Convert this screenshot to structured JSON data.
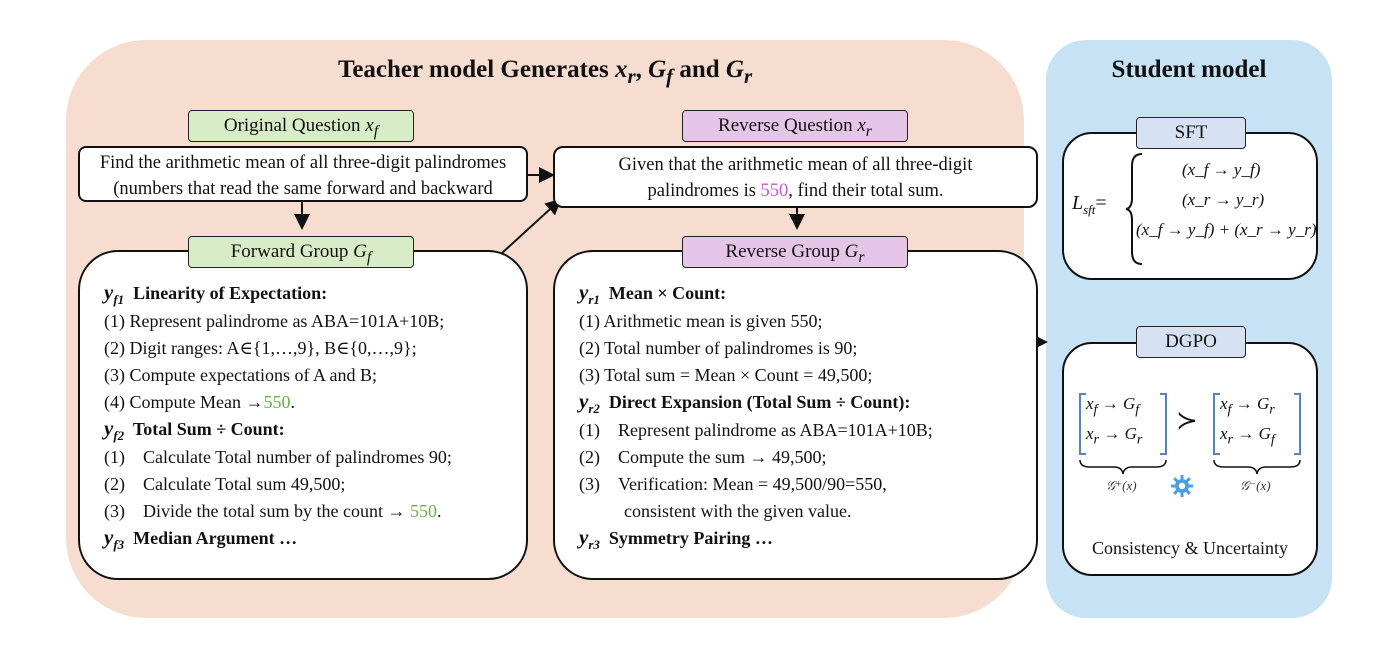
{
  "teacher": {
    "title_prefix": "Teacher model Generates ",
    "title_xr": "x",
    "title_xr_sub": "r",
    "title_sep1": ", ",
    "title_gf": "G",
    "title_gf_sub": "f",
    "title_and": " and ",
    "title_gr": "G",
    "title_gr_sub": "r"
  },
  "original_question": {
    "label": "Original Question ",
    "label_var": "x",
    "label_sub": "f",
    "line1": "Find the arithmetic mean of all three-digit palindromes",
    "line2": "(numbers that read the same forward and backward"
  },
  "reverse_question": {
    "label": "Reverse Question ",
    "label_var": "x",
    "label_sub": "r",
    "line1": "Given that the arithmetic mean of all three-digit",
    "line2_pre": "palindromes is ",
    "line2_num": "550",
    "line2_post": ", find their total sum."
  },
  "forward_group": {
    "label": "Forward Group ",
    "label_var": "G",
    "label_sub": "f",
    "y1": {
      "var": "y",
      "sub": "f1",
      "title": "Linearity of Expectation:"
    },
    "y1_lines": [
      "(1) Represent palindrome as ABA=101A+10B;",
      "(2) Digit ranges: A∈{1,…,9}, B∈{0,…,9};",
      "(3) Compute expectations of A and B;"
    ],
    "y1_last_pre": "(4) Compute Mean →",
    "y1_last_num": "550",
    "y1_last_post": ".",
    "y2": {
      "var": "y",
      "sub": "f2",
      "title": "Total Sum ÷ Count:"
    },
    "y2_num": [
      "(1)",
      "(2)",
      "(3)"
    ],
    "y2_lines": [
      "Calculate Total number of palindromes 90;",
      "Calculate Total sum 49,500;"
    ],
    "y2_last_pre": "Divide the total sum by the count → ",
    "y2_last_num": "550",
    "y2_last_post": ".",
    "y3": {
      "var": "y",
      "sub": "f3",
      "title": "Median Argument …"
    }
  },
  "reverse_group": {
    "label": "Reverse Group ",
    "label_var": "G",
    "label_sub": "r",
    "y1": {
      "var": "y",
      "sub": "r1",
      "title": "Mean × Count:"
    },
    "y1_lines": [
      "(1) Arithmetic mean is given 550;",
      "(2) Total number of palindromes is 90;",
      "(3) Total sum = Mean × Count = 49,500;"
    ],
    "y2": {
      "var": "y",
      "sub": "r2",
      "title": "Direct Expansion (Total Sum ÷ Count):"
    },
    "y2_num": [
      "(1)",
      "(2)",
      "(3)"
    ],
    "y2_lines": [
      "Represent palindrome as ABA=101A+10B;",
      "Compute the sum → 49,500;",
      "Verification: Mean = 49,500/90=550,",
      "consistent with the given value."
    ],
    "y3": {
      "var": "y",
      "sub": "r3",
      "title": "Symmetry Pairing …"
    }
  },
  "student": {
    "title": "Student model",
    "sft_label": "SFT",
    "loss_var": "L",
    "loss_sub": "sft",
    "loss_eq": "=",
    "loss_terms": [
      "(x_f → y_f)",
      "(x_r → y_r)",
      "(x_f → y_f) + (x_r → y_r)"
    ],
    "dgpo_label": "DGPO",
    "pos_set": "𝒢⁺(x)",
    "neg_set": "𝒢⁻(x)",
    "succ": "≻",
    "caption": "Consistency & Uncertainty"
  },
  "colors": {
    "teacher_bg": "#f7ddd0",
    "student_bg": "#c6e2f4",
    "green_label": "#d9ecc8",
    "pink_label": "#e6c6e8",
    "blue_label": "#d6e2f4",
    "green_num": "#6ab04c",
    "pink_num": "#c45bc6"
  }
}
